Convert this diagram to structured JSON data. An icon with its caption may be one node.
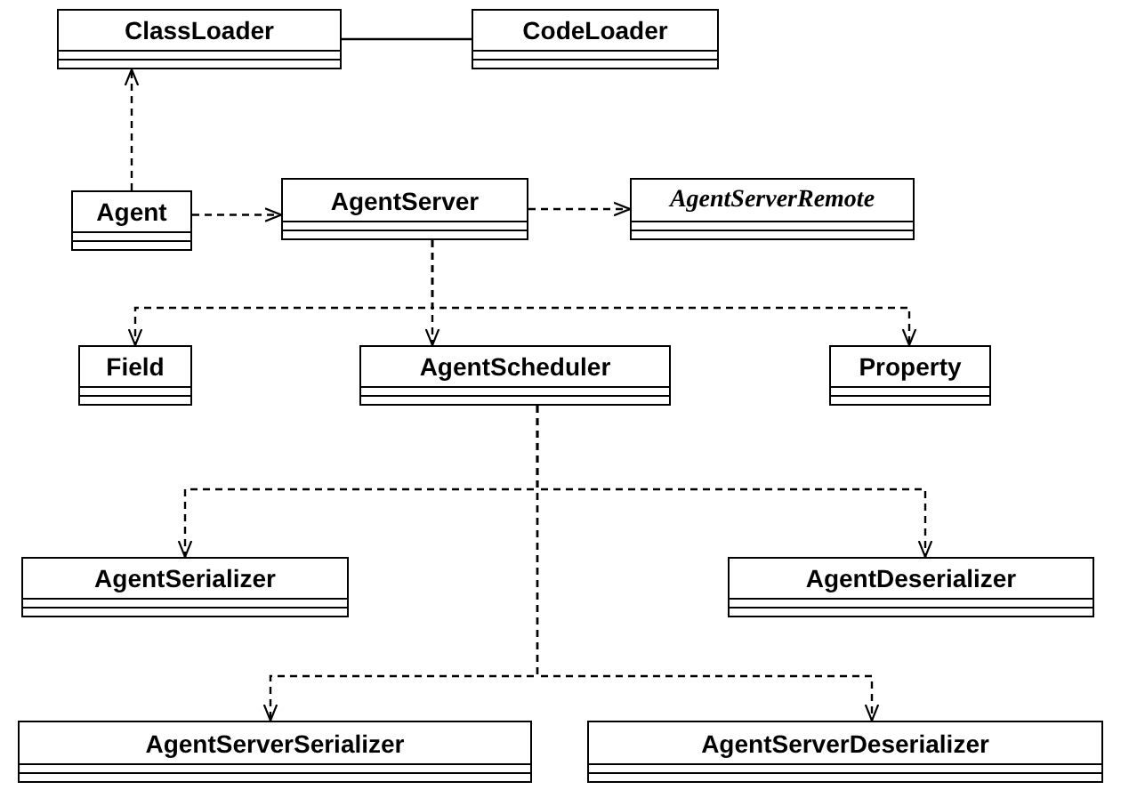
{
  "diagram": {
    "nodes": [
      {
        "text": [
          "ClassLoader"
        ]
      },
      {
        "text": [
          "CodeLoader"
        ]
      },
      {
        "text": [
          "Agent"
        ]
      },
      {
        "text": [
          "AgentServer"
        ]
      },
      {
        "text": [
          "AgentServerRemote"
        ]
      },
      {
        "text": [
          "Field"
        ]
      },
      {
        "text": [
          "AgentScheduler"
        ]
      },
      {
        "text": [
          "Property"
        ]
      },
      {
        "text": [
          "AgentSerializer"
        ]
      },
      {
        "text": [
          "AgentDeserializer"
        ]
      },
      {
        "text": [
          "AgentServerSerializer"
        ]
      },
      {
        "text": [
          "AgentServerDeserializer"
        ]
      }
    ],
    "edges": [
      {
        "from": 0,
        "to": 1,
        "arrow": "none"
      },
      {
        "from": 2,
        "to": 0,
        "arrow": "to",
        "style": "dashed"
      },
      {
        "from": 2,
        "to": 3,
        "arrow": "to",
        "style": "dashed"
      },
      {
        "from": 3,
        "to": 4,
        "arrow": "to",
        "style": "dashed"
      },
      {
        "from": 3,
        "to": 5,
        "arrow": "to",
        "style": "dashed"
      },
      {
        "from": 3,
        "to": 6,
        "arrow": "to",
        "style": "dashed"
      },
      {
        "from": 3,
        "to": 7,
        "arrow": "to",
        "style": "dashed"
      },
      {
        "from": 6,
        "to": 8,
        "arrow": "to",
        "style": "dashed"
      },
      {
        "from": 6,
        "to": 9,
        "arrow": "to",
        "style": "dashed"
      },
      {
        "from": 6,
        "to": 10,
        "arrow": "to",
        "style": "dashed"
      },
      {
        "from": 6,
        "to": 11,
        "arrow": "to",
        "style": "dashed"
      }
    ]
  }
}
